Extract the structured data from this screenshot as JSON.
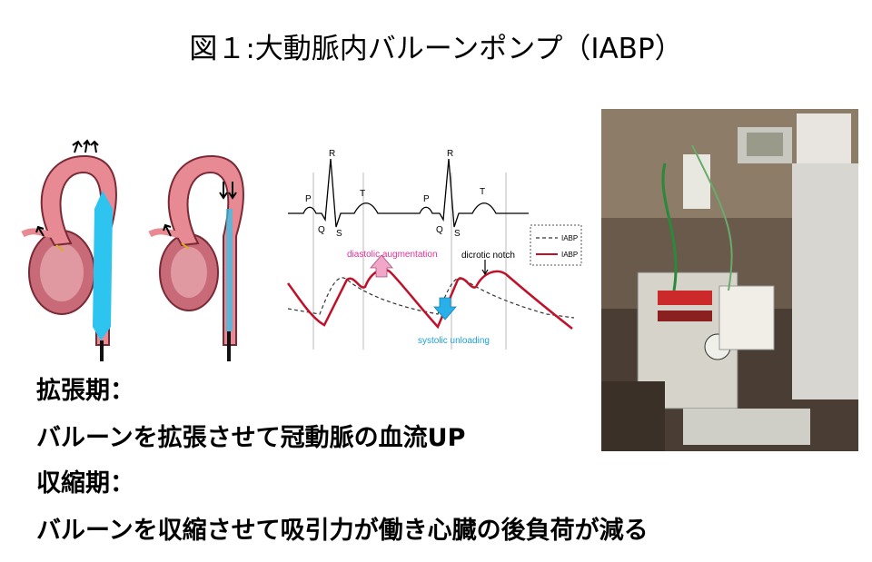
{
  "title": "図１:大動脈内バルーンポンプ（IABP）",
  "ecg": {
    "labels": {
      "p": "P",
      "q": "Q",
      "r": "R",
      "s": "S",
      "t": "T"
    },
    "annotations": {
      "diastolic_augmentation": "diastolic augmentation",
      "dicrotic_notch": "dicrotic notch",
      "systolic_unloading": "systolic unloading"
    },
    "legend": [
      "IABP",
      "IABP"
    ]
  },
  "text": {
    "dilation_heading": "拡張期：",
    "dilation_body": "バルーンを拡張させて冠動脈の血流UP",
    "contraction_heading": "収縮期：",
    "contraction_body": "バルーンを収縮させて吸引力が働き心臓の後負荷が減る"
  },
  "colors": {
    "aorta": "#e88a93",
    "aorta_outline": "#7a2a35",
    "balloon": "#2ec4f0",
    "heart": "#c86a78",
    "iabp_curve": "#c0112a",
    "pink_arrow": "#f2a6c8",
    "blue_arrow": "#2ab0e8",
    "diastolic_text": "#e0309a",
    "systolic_text": "#1ea0d8"
  }
}
